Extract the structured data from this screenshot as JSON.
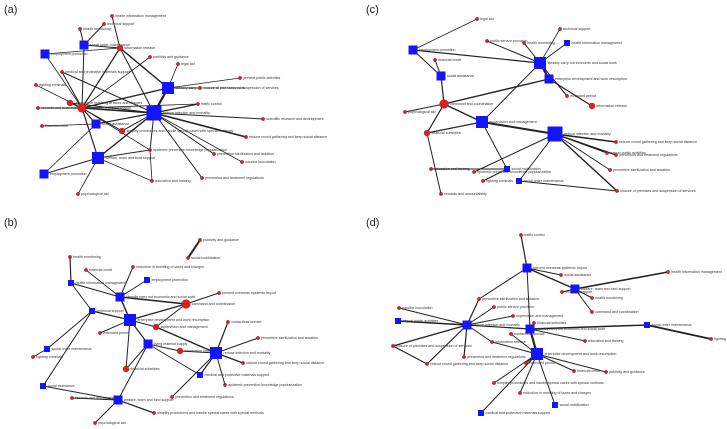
{
  "colors": {
    "square_node": "#1414ff",
    "circle_node": "#e21d1d",
    "edge": "#222222",
    "label": "#333333"
  },
  "panels": [
    {
      "id": "a",
      "label": "(a)",
      "nodes": [
        {
          "key": "him",
          "label": "health information management",
          "shape": "circle",
          "size": 1
        },
        {
          "key": "hm",
          "label": "health monitoring",
          "shape": "circle",
          "size": 1
        },
        {
          "key": "tcs",
          "label": "technical support",
          "shape": "circle",
          "size": 1
        },
        {
          "key": "som",
          "label": "social order maintenance",
          "shape": "square",
          "size": 2
        },
        {
          "key": "ir",
          "label": "information release",
          "shape": "circle",
          "size": 2
        },
        {
          "key": "sp",
          "label": "employment promotion",
          "shape": "square",
          "size": 2
        },
        {
          "key": "pg",
          "label": "publicity and guidance",
          "shape": "circle",
          "size": 1
        },
        {
          "key": "la",
          "label": "legal aid",
          "shape": "circle",
          "size": 1
        },
        {
          "key": "fc",
          "label": "fighting criminals",
          "shape": "circle",
          "size": 1
        },
        {
          "key": "mpms",
          "label": "medical and protective materials support",
          "shape": "circle",
          "size": 1
        },
        {
          "key": "scoe",
          "label": "steadily carry out economic and social work",
          "shape": "square",
          "size": 3
        },
        {
          "key": "spa",
          "label": "prevent public activities",
          "shape": "circle",
          "size": 1
        },
        {
          "key": "ra",
          "label": "rewards and accountability",
          "shape": "circle",
          "size": 1
        },
        {
          "key": "rrt",
          "label": "reduction in remitting of taxes and charges",
          "shape": "circle",
          "size": 2
        },
        {
          "key": "cps",
          "label": "closure of premises and suspension of services",
          "shape": "circle",
          "size": 1
        },
        {
          "key": "ss",
          "label": "financial credit",
          "shape": "circle",
          "size": 1
        },
        {
          "key": "tc",
          "label": "traffic control",
          "shape": "circle",
          "size": 1
        },
        {
          "key": "ssa",
          "label": "social assistance",
          "shape": "square",
          "size": 2
        },
        {
          "key": "ifm",
          "label": "reduce infection and mortality",
          "shape": "square",
          "size": 4
        },
        {
          "key": "cc",
          "label": "command and coordination",
          "shape": "circle",
          "size": 3
        },
        {
          "key": "srd",
          "label": "scientific research and development",
          "shape": "circle",
          "size": 1
        },
        {
          "key": "rcg",
          "label": "reduce crowd gathering and keep social distance",
          "shape": "circle",
          "size": 1
        },
        {
          "key": "sscp",
          "label": "simplify procedures and handle special cases with special methods",
          "shape": "circle",
          "size": 2
        },
        {
          "key": "wtf",
          "label": "welfare, team and fund support",
          "shape": "square",
          "size": 3
        },
        {
          "key": "eds",
          "label": "epidemic prevention knowledge popularization",
          "shape": "circle",
          "size": 1
        },
        {
          "key": "psi",
          "label": "prevention sterilization and isolation",
          "shape": "circle",
          "size": 1
        },
        {
          "key": "vi",
          "label": "vaccine inoculation",
          "shape": "circle",
          "size": 1
        },
        {
          "key": "ep",
          "label": "employment promotion",
          "shape": "square",
          "size": 2
        },
        {
          "key": "et",
          "label": "education and training",
          "shape": "circle",
          "size": 1
        },
        {
          "key": "ptr",
          "label": "prevention and treatment regulations",
          "shape": "circle",
          "size": 1
        },
        {
          "key": "pa",
          "label": "psychological aid",
          "shape": "circle",
          "size": 1
        }
      ]
    },
    {
      "id": "b",
      "label": "(b)",
      "nodes": [
        {
          "key": "pg",
          "label": "publicity and guidance",
          "shape": "circle",
          "size": 1
        },
        {
          "key": "hm",
          "label": "health monitoring",
          "shape": "circle",
          "size": 1
        },
        {
          "key": "sm",
          "label": "social mobilization",
          "shape": "circle",
          "size": 1
        },
        {
          "key": "fcr",
          "label": "financial credit",
          "shape": "circle",
          "size": 1
        },
        {
          "key": "rrt",
          "label": "reduction in remitting of taxes and charges",
          "shape": "circle",
          "size": 1
        },
        {
          "key": "him",
          "label": "health information management",
          "shape": "square",
          "size": 1
        },
        {
          "key": "ep",
          "label": "employment promotion",
          "shape": "square",
          "size": 1
        },
        {
          "key": "scoe",
          "label": "steadily carry out economic and social work",
          "shape": "square",
          "size": 2
        },
        {
          "key": "cc",
          "label": "command and coordination",
          "shape": "circle",
          "size": 3
        },
        {
          "key": "poei",
          "label": "prevent overseas epidemic import",
          "shape": "circle",
          "size": 1
        },
        {
          "key": "tcs",
          "label": "technical support",
          "shape": "square",
          "size": 1
        },
        {
          "key": "eds",
          "label": "enterprise development and work resumption",
          "shape": "square",
          "size": 3
        },
        {
          "key": "ep2",
          "label": "extended period",
          "shape": "circle",
          "size": 1
        },
        {
          "key": "sam",
          "label": "supervision and management",
          "shape": "circle",
          "size": 2
        },
        {
          "key": "ct",
          "label": "contactless service",
          "shape": "circle",
          "size": 1
        },
        {
          "key": "som",
          "label": "social order maintenance",
          "shape": "square",
          "size": 1
        },
        {
          "key": "lms",
          "label": "living material supply",
          "shape": "square",
          "size": 2
        },
        {
          "key": "psi",
          "label": "preventive sterilization and isolation",
          "shape": "circle",
          "size": 1
        },
        {
          "key": "fc",
          "label": "fighting criminals",
          "shape": "circle",
          "size": 1
        },
        {
          "key": "ir",
          "label": "information release",
          "shape": "circle",
          "size": 2
        },
        {
          "key": "ifm",
          "label": "reduce infection and mortality",
          "shape": "square",
          "size": 3
        },
        {
          "key": "rcg",
          "label": "reduce crowd gathering and keep social distance",
          "shape": "circle",
          "size": 1
        },
        {
          "key": "fs",
          "label": "financial subsidies",
          "shape": "circle",
          "size": 2
        },
        {
          "key": "mpms",
          "label": "medical and protective materials support",
          "shape": "square",
          "size": 1
        },
        {
          "key": "ekp",
          "label": "epidemic prevention knowledge popularization",
          "shape": "circle",
          "size": 1
        },
        {
          "key": "ssa",
          "label": "social assistance",
          "shape": "square",
          "size": 1
        },
        {
          "key": "ptr",
          "label": "prevention and treatment regulations",
          "shape": "circle",
          "size": 1
        },
        {
          "key": "ra",
          "label": "rewards and accountability",
          "shape": "circle",
          "size": 1
        },
        {
          "key": "wtf",
          "label": "welfare, team and fund support",
          "shape": "square",
          "size": 2
        },
        {
          "key": "sscp",
          "label": "simplify procedures and handle special cases with special methods",
          "shape": "circle",
          "size": 1
        },
        {
          "key": "pa",
          "label": "psychological aid",
          "shape": "circle",
          "size": 1
        }
      ]
    },
    {
      "id": "c",
      "label": "(c)",
      "nodes": [
        {
          "key": "la",
          "label": "legal aid",
          "shape": "circle",
          "size": 1
        },
        {
          "key": "tcs",
          "label": "technical support",
          "shape": "circle",
          "size": 1
        },
        {
          "key": "pss",
          "label": "public service provision",
          "shape": "circle",
          "size": 1
        },
        {
          "key": "hm",
          "label": "health monitoring",
          "shape": "circle",
          "size": 1
        },
        {
          "key": "him",
          "label": "health information management",
          "shape": "square",
          "size": 1
        },
        {
          "key": "ep",
          "label": "employment promotion",
          "shape": "square",
          "size": 2
        },
        {
          "key": "scoe",
          "label": "steadily carry out economic and social work",
          "shape": "square",
          "size": 3
        },
        {
          "key": "fcr",
          "label": "financial credit",
          "shape": "circle",
          "size": 1
        },
        {
          "key": "eds",
          "label": "enterprise development and work resumption",
          "shape": "square",
          "size": 2
        },
        {
          "key": "som",
          "label": "social assistance",
          "shape": "square",
          "size": 2
        },
        {
          "key": "ep2",
          "label": "extended period",
          "shape": "circle",
          "size": 1
        },
        {
          "key": "ir",
          "label": "information release",
          "shape": "circle",
          "size": 2
        },
        {
          "key": "pa",
          "label": "psychological aid",
          "shape": "circle",
          "size": 1
        },
        {
          "key": "cc",
          "label": "command and coordination",
          "shape": "circle",
          "size": 3
        },
        {
          "key": "ifm",
          "label": "reduce infection and mortality",
          "shape": "square",
          "size": 4
        },
        {
          "key": "rcg",
          "label": "reduce crowd gathering and keep social distance",
          "shape": "circle",
          "size": 1
        },
        {
          "key": "cpa",
          "label": "cancel public activities",
          "shape": "circle",
          "size": 1
        },
        {
          "key": "fs",
          "label": "financial subsidies",
          "shape": "circle",
          "size": 2
        },
        {
          "key": "sam",
          "label": "supervision and management",
          "shape": "square",
          "size": 3
        },
        {
          "key": "ptr",
          "label": "prevention and treatment regulations",
          "shape": "circle",
          "size": 1
        },
        {
          "key": "psi",
          "label": "preventive sterilization and isolation",
          "shape": "circle",
          "size": 1
        },
        {
          "key": "et",
          "label": "education and training",
          "shape": "circle",
          "size": 1
        },
        {
          "key": "sm",
          "label": "social mobilization",
          "shape": "square",
          "size": 1
        },
        {
          "key": "fc",
          "label": "fighting criminals",
          "shape": "circle",
          "size": 1
        },
        {
          "key": "ekp",
          "label": "epidemic prevention knowledge popularization",
          "shape": "circle",
          "size": 1
        },
        {
          "key": "somm",
          "label": "social order maintenance",
          "shape": "square",
          "size": 1
        },
        {
          "key": "ra",
          "label": "rewards and accountability",
          "shape": "circle",
          "size": 1
        },
        {
          "key": "cps",
          "label": "closure of premises and suspension of services",
          "shape": "circle",
          "size": 1
        }
      ]
    },
    {
      "id": "d",
      "label": "(d)",
      "nodes": [
        {
          "key": "tc",
          "label": "traffic control",
          "shape": "circle",
          "size": 1
        },
        {
          "key": "poei",
          "label": "prevent overseas epidemic import",
          "shape": "square",
          "size": 2
        },
        {
          "key": "him",
          "label": "health information management",
          "shape": "circle",
          "size": 1
        },
        {
          "key": "ssa",
          "label": "social assistance",
          "shape": "circle",
          "size": 1
        },
        {
          "key": "wtf",
          "label": "welfare, team and fund support",
          "shape": "square",
          "size": 2
        },
        {
          "key": "tcs",
          "label": "technical support",
          "shape": "circle",
          "size": 1
        },
        {
          "key": "psi",
          "label": "preventive sterilization and isolation",
          "shape": "circle",
          "size": 1
        },
        {
          "key": "hm",
          "label": "health monitoring",
          "shape": "circle",
          "size": 1
        },
        {
          "key": "pss",
          "label": "public service provision",
          "shape": "circle",
          "size": 1
        },
        {
          "key": "cc",
          "label": "command and coordination",
          "shape": "circle",
          "size": 1
        },
        {
          "key": "vi",
          "label": "vaccine inoculation",
          "shape": "circle",
          "size": 1
        },
        {
          "key": "sam",
          "label": "supervision and management",
          "shape": "circle",
          "size": 1
        },
        {
          "key": "fsub",
          "label": "financial subsidies",
          "shape": "circle",
          "size": 1
        },
        {
          "key": "cpa",
          "label": "cancel public activities",
          "shape": "square",
          "size": 1
        },
        {
          "key": "ifm",
          "label": "reduce infection and mortality",
          "shape": "square",
          "size": 2
        },
        {
          "key": "som",
          "label": "social order maintenance",
          "shape": "square",
          "size": 1
        },
        {
          "key": "ct",
          "label": "contactless service",
          "shape": "circle",
          "size": 1
        },
        {
          "key": "scoe",
          "label": "steadily carry out economic and social work",
          "shape": "square",
          "size": 2
        },
        {
          "key": "fc",
          "label": "fighting criminals",
          "shape": "circle",
          "size": 1
        },
        {
          "key": "et",
          "label": "education and training",
          "shape": "circle",
          "size": 1
        },
        {
          "key": "cps",
          "label": "closure of premises and suspension of services",
          "shape": "circle",
          "size": 1
        },
        {
          "key": "ir",
          "label": "information release",
          "shape": "circle",
          "size": 1
        },
        {
          "key": "eds",
          "label": "enterprise development and work resumption",
          "shape": "square",
          "size": 3
        },
        {
          "key": "ptr",
          "label": "prevention and treatment regulations",
          "shape": "circle",
          "size": 1
        },
        {
          "key": "ep",
          "label": "extended period",
          "shape": "circle",
          "size": 1
        },
        {
          "key": "rcg",
          "label": "reduce crowd gathering and keep social distance",
          "shape": "circle",
          "size": 1
        },
        {
          "key": "fcr",
          "label": "financial credit",
          "shape": "circle",
          "size": 1
        },
        {
          "key": "pg",
          "label": "publicity and guidance",
          "shape": "circle",
          "size": 1
        },
        {
          "key": "sscp",
          "label": "simplify procedures and handle special cases with special methods",
          "shape": "circle",
          "size": 1
        },
        {
          "key": "rrt",
          "label": "reduction in remitting of taxes and charges",
          "shape": "circle",
          "size": 1
        },
        {
          "key": "sm",
          "label": "social mobilization",
          "shape": "square",
          "size": 1
        },
        {
          "key": "mpms",
          "label": "medical and protective materials support",
          "shape": "square",
          "size": 1
        }
      ]
    }
  ]
}
